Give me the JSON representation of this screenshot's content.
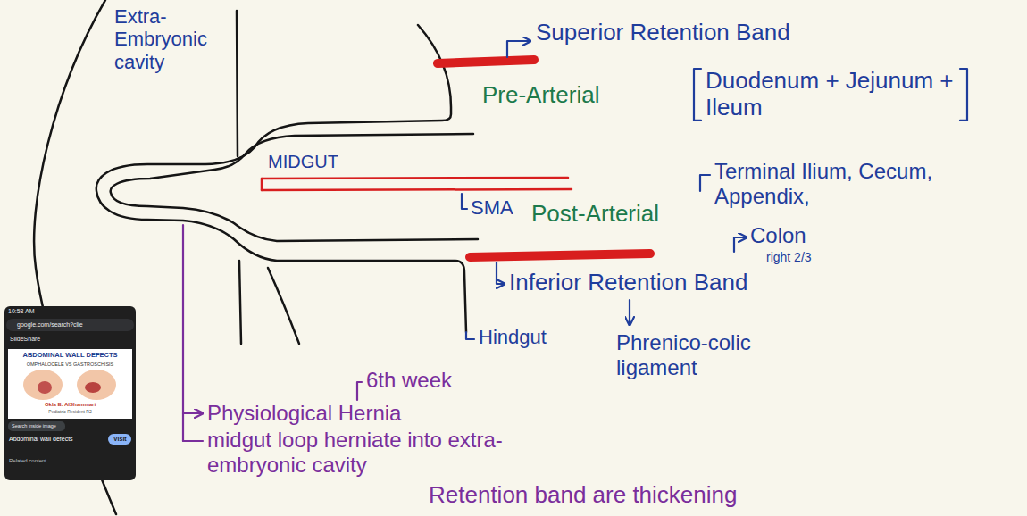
{
  "diagram": {
    "nodes": [
      {
        "text": [
          "10:58 AM",
          "google.com/search?clie",
          "SlideShare",
          "Search inside image",
          "Abdominal wall defects",
          "Visit",
          "Related content"
        ]
      },
      {
        "text": [
          "ABDOMINAL WALL DEFECTS",
          "OMPHALOCELE VS GASTROSCHISIS",
          "Okla B. AlShammari",
          "Pediatric Resident R2"
        ],
        "in": 0
      }
    ],
    "labels": [
      "Extra- Embryonic cavity",
      "Superior Retention Band",
      "Pre-Arterial",
      "Duodenum + Jejunum + Ileum",
      "MIDGUT",
      "SMA",
      "Terminal Ilium, Cecum, Appendix,",
      "Post-Arterial",
      "Colon",
      "right 2/3",
      "Inferior Retention Band",
      "Phrenico-colic ligament",
      "Hindgut",
      "6th week",
      "Physiological Hernia",
      "midgut loop herniate into extra-embryonic cavity",
      "Retention band are thickening"
    ]
  }
}
